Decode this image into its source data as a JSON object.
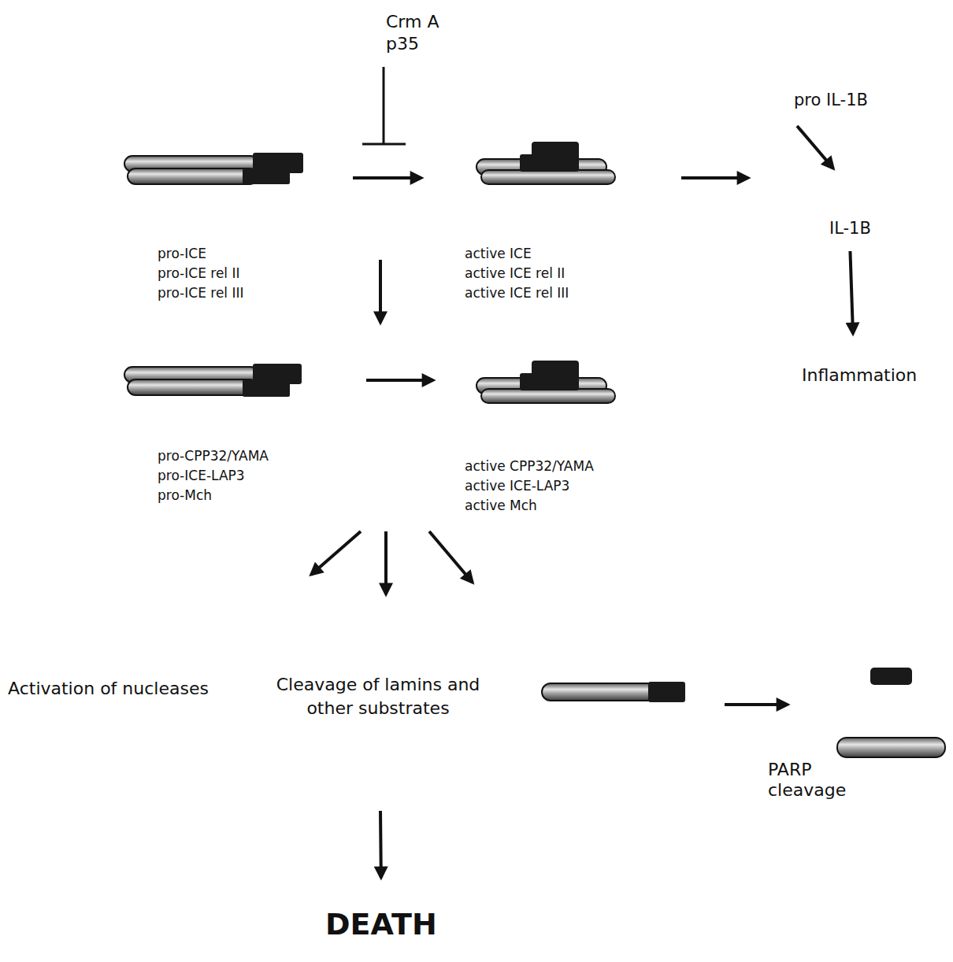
{
  "diagram": {
    "nodes": [
      {
        "text": [
          "pro-ICE",
          "pro-ICE rel II",
          "pro-ICE rel III"
        ]
      },
      {
        "text": [
          "active ICE",
          "active ICE rel II",
          "active ICE rel III"
        ]
      },
      {
        "text": [
          "pro IL-1B"
        ]
      },
      {
        "text": [
          "IL-1B"
        ]
      },
      {
        "text": [
          "Inflammation"
        ]
      },
      {
        "text": [
          "pro-CPP32/YAMA",
          "pro-ICE-LAP3",
          "pro-Mch"
        ]
      },
      {
        "text": [
          "active CPP32/YAMA",
          "active ICE-LAP3",
          "active Mch"
        ]
      },
      {
        "text": [
          "Activation of nucleases"
        ]
      },
      {
        "text": [
          "Cleavage of lamins and other substrates"
        ]
      },
      {
        "text": [
          "DEATH"
        ]
      }
    ],
    "edges": [
      {
        "from": 0,
        "to": 1,
        "arrow": "to"
      },
      {
        "from": 2,
        "to": 3,
        "arrow": "to"
      },
      {
        "from": 3,
        "to": 4,
        "arrow": "to"
      },
      {
        "from": 0,
        "to": 5,
        "arrow": "to"
      },
      {
        "from": 5,
        "to": 6,
        "arrow": "to"
      },
      {
        "from": 6,
        "to": 7,
        "arrow": "to"
      },
      {
        "from": 6,
        "to": 8,
        "arrow": "to"
      },
      {
        "from": 8,
        "to": 9,
        "arrow": "to"
      }
    ],
    "labels": [
      "Crm A",
      "p35",
      "PARP cleavage"
    ]
  }
}
